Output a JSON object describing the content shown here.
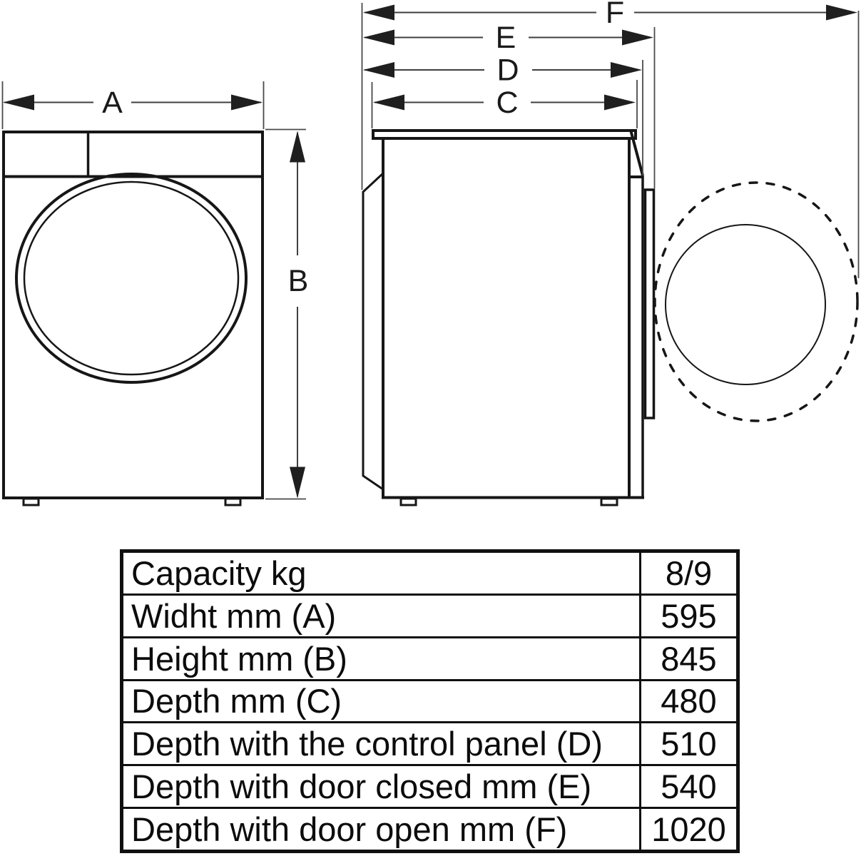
{
  "diagram": {
    "line_color": "#161616",
    "dim_line_color": "#3f3f3f",
    "dim_labels": {
      "a": "A",
      "b": "B",
      "c": "C",
      "d": "D",
      "e": "E",
      "f": "F"
    }
  },
  "table": {
    "rows": [
      {
        "label": "Capacity kg",
        "value": "8/9"
      },
      {
        "label": "Widht mm (A)",
        "value": "595"
      },
      {
        "label": "Height mm (B)",
        "value": "845"
      },
      {
        "label": "Depth mm (C)",
        "value": "480"
      },
      {
        "label": "Depth with the control panel (D)",
        "value": "510"
      },
      {
        "label": "Depth with door closed mm (E)",
        "value": "540"
      },
      {
        "label": "Depth with door open mm (F)",
        "value": "1020"
      }
    ]
  }
}
